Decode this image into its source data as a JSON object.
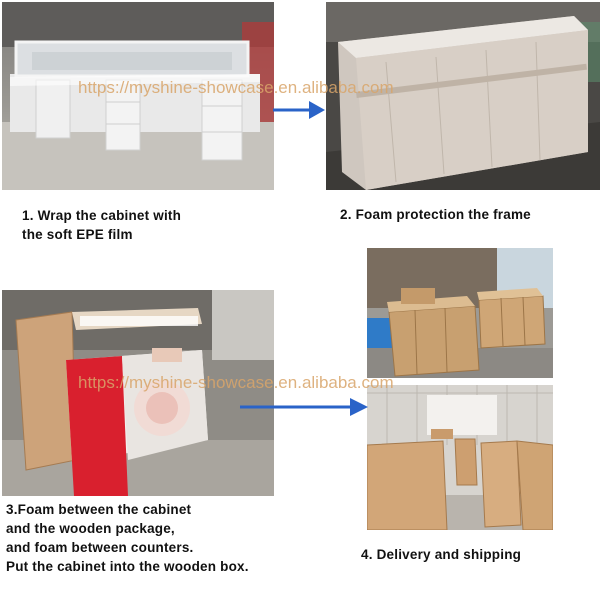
{
  "steps": [
    {
      "label_lines": [
        "1. Wrap the cabinet with",
        "the soft EPE film"
      ]
    },
    {
      "label_lines": [
        "2. Foam protection the frame"
      ]
    },
    {
      "label_lines": [
        "3.Foam between the cabinet",
        "and the wooden package,",
        "and foam between counters.",
        "Put the cabinet into the wooden box."
      ]
    },
    {
      "label_lines": [
        "4. Delivery and shipping"
      ]
    }
  ],
  "watermark": "https://myshine-showcase.en.alibaba.com",
  "colors": {
    "arrow": "#2a63c8",
    "caption": "#111111",
    "watermark": "#d9a56a"
  },
  "icons": [
    "right-arrow-icon",
    "right-arrow-icon"
  ]
}
